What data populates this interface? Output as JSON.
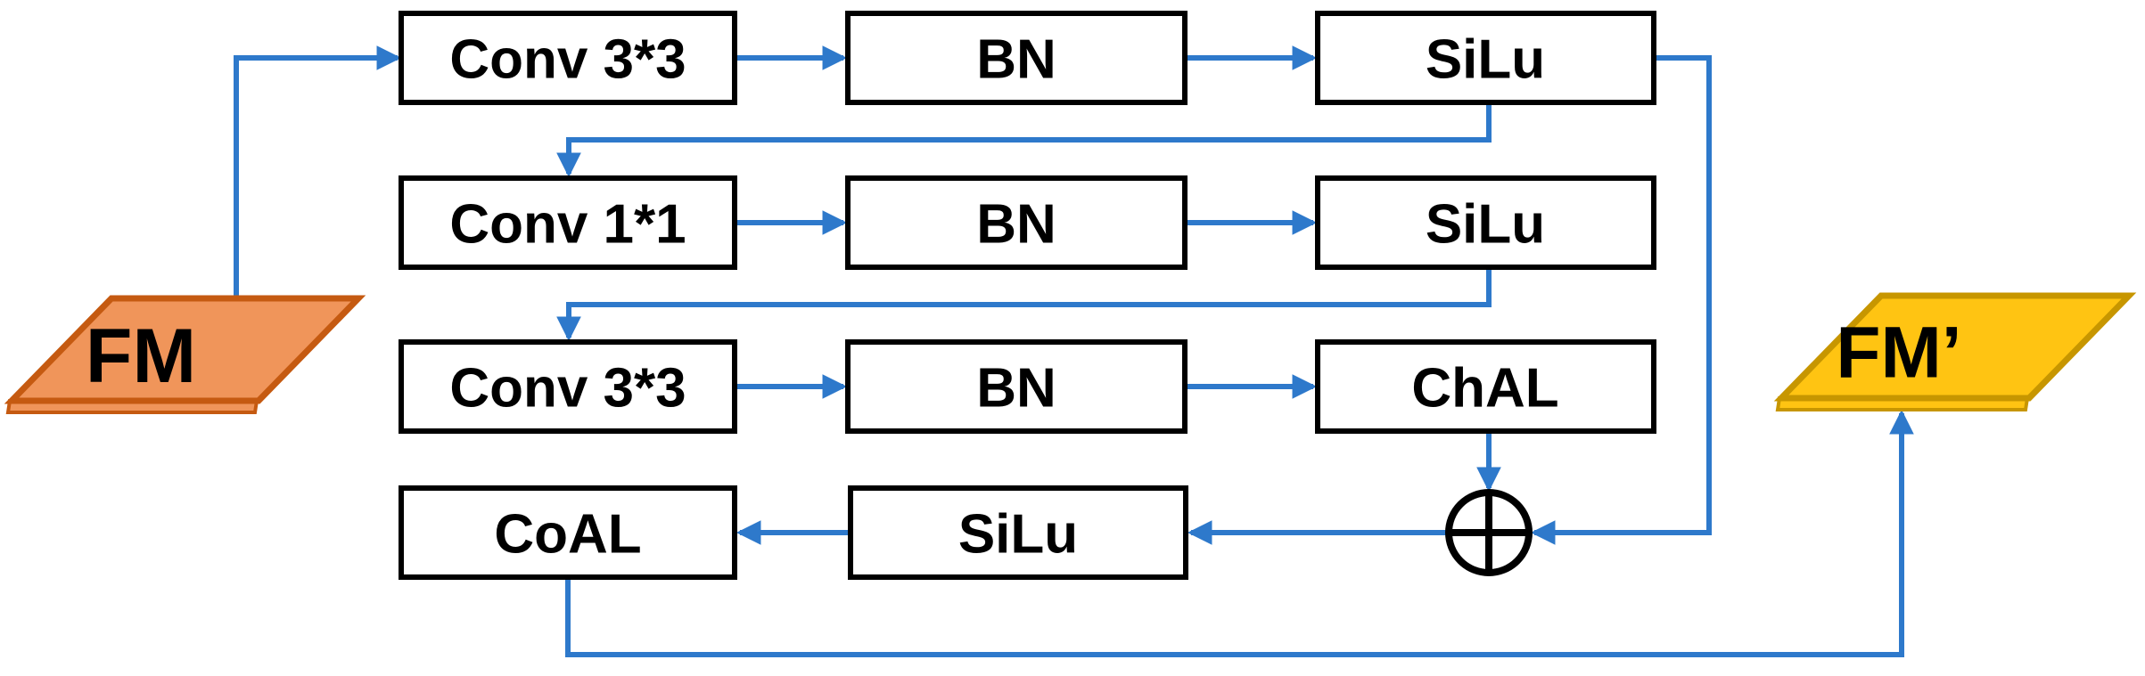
{
  "diagram": {
    "kind": "neural-network-block-flow",
    "colors": {
      "arrow_blue": "#2E79CB",
      "box_fill": "#FFFFFF",
      "box_border": "#000000",
      "fm_fill": "#F0955A",
      "fm_border": "#C55A11",
      "fm_prime_fill": "#FFC412",
      "fm_prime_border": "#C79600",
      "label_color": "#000000"
    },
    "nodes": {
      "fm": {
        "label": "FM",
        "shape": "parallelogram"
      },
      "conv33_top": {
        "label": "Conv 3*3",
        "shape": "rect"
      },
      "bn_top": {
        "label": "BN",
        "shape": "rect"
      },
      "silu_top": {
        "label": "SiLu",
        "shape": "rect"
      },
      "conv11_mid": {
        "label": "Conv 1*1",
        "shape": "rect"
      },
      "bn_mid": {
        "label": "BN",
        "shape": "rect"
      },
      "silu_mid": {
        "label": "SiLu",
        "shape": "rect"
      },
      "conv33_bottom": {
        "label": "Conv 3*3",
        "shape": "rect"
      },
      "bn_bottom": {
        "label": "BN",
        "shape": "rect"
      },
      "chal": {
        "label": "ChAL",
        "shape": "rect"
      },
      "coal": {
        "label": "CoAL",
        "shape": "rect"
      },
      "silu_out": {
        "label": "SiLu",
        "shape": "rect"
      },
      "add_operator": {
        "icon": "circle-plus-icon",
        "symbol": "⊕"
      },
      "fm_prime": {
        "label": "FM’",
        "shape": "parallelogram"
      }
    },
    "edges": [
      {
        "from": "fm",
        "to": "conv33_top"
      },
      {
        "from": "conv33_top",
        "to": "bn_top"
      },
      {
        "from": "bn_top",
        "to": "silu_top"
      },
      {
        "from": "silu_top",
        "to": "conv11_mid",
        "route": "down-left-feedback"
      },
      {
        "from": "conv11_mid",
        "to": "bn_mid"
      },
      {
        "from": "bn_mid",
        "to": "silu_mid"
      },
      {
        "from": "silu_mid",
        "to": "conv33_bottom",
        "route": "down-left-feedback"
      },
      {
        "from": "conv33_bottom",
        "to": "bn_bottom"
      },
      {
        "from": "bn_bottom",
        "to": "chal"
      },
      {
        "from": "chal",
        "to": "add_operator",
        "route": "down"
      },
      {
        "from": "silu_top",
        "to": "add_operator",
        "route": "right-side-skip"
      },
      {
        "from": "add_operator",
        "to": "silu_out"
      },
      {
        "from": "silu_out",
        "to": "coal"
      },
      {
        "from": "coal",
        "to": "fm_prime",
        "route": "bottom-rail-up"
      }
    ]
  }
}
